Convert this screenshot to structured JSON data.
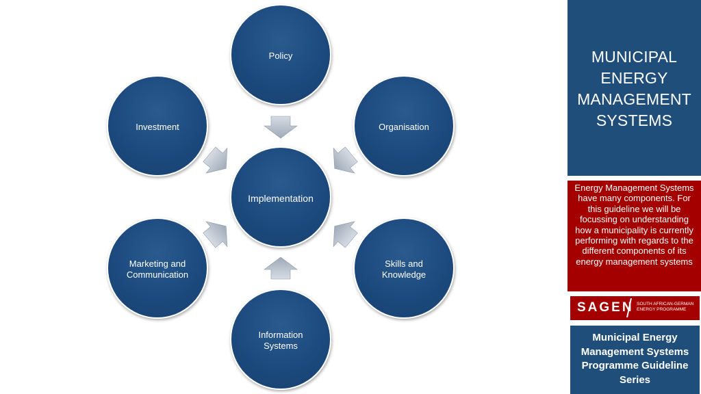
{
  "diagram": {
    "nodes": {
      "policy": "Policy",
      "investment": "Investment",
      "organisation": "Organisation",
      "implementation": "Implementation",
      "marketing_line1": "Marketing and",
      "marketing_line2": "Communication",
      "skills_line1": "Skills and",
      "skills_line2": "Knowledge",
      "info_line1": "Information",
      "info_line2": "Systems"
    },
    "colors": {
      "circle": "#1c4a7e",
      "arrow": "#b8c2cf"
    }
  },
  "sidebar": {
    "title_lines": [
      "MUNICIPAL",
      "ENERGY",
      "MANAGEMENT",
      "SYSTEMS"
    ],
    "description": "Energy Management Systems have many components. For this guideline we will be focussing on understanding how a municipality is currently performing with regards to the different components of its energy management systems",
    "logo": {
      "word": "SAGEN",
      "sub_line1": "SOUTH AFRICAN-GERMAN",
      "sub_line2": "ENERGY PROGRAMME"
    },
    "series": "Municipal Energy Management Systems Programme Guideline Series",
    "colors": {
      "blue": "#1f4e7a",
      "red": "#a40000"
    }
  }
}
